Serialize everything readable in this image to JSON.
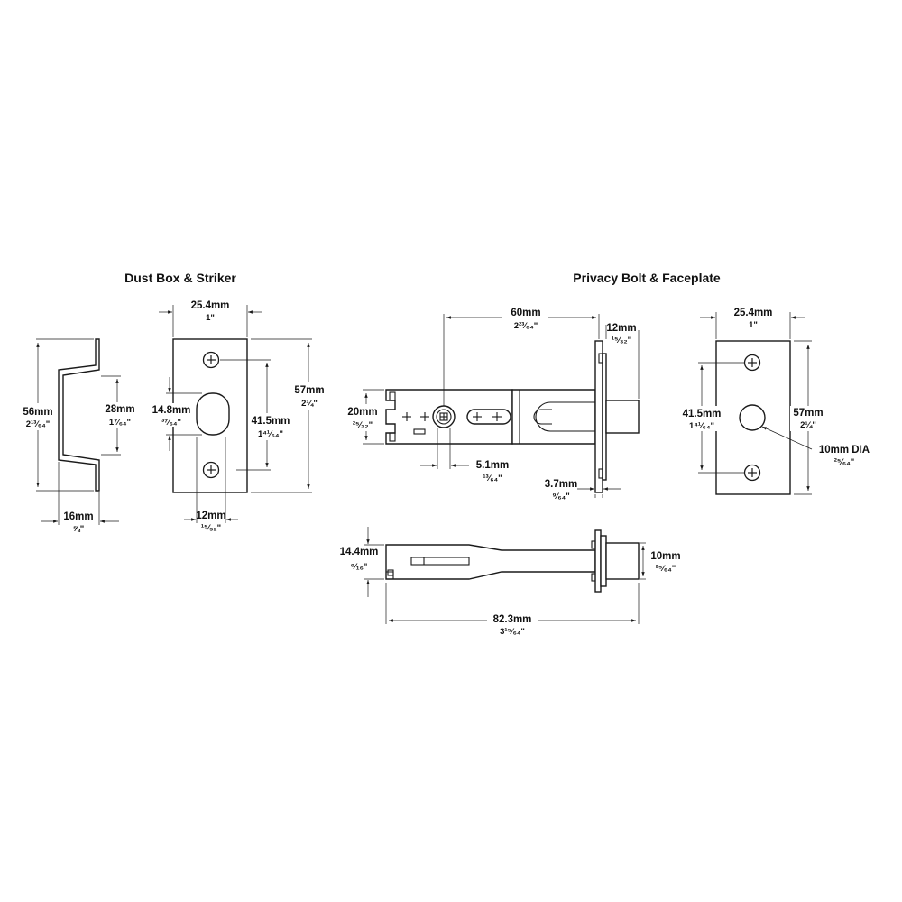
{
  "dust_box_striker": {
    "title": "Dust Box & Striker",
    "height_mm": "56mm",
    "height_in": "2¹³⁄₆₄\"",
    "depth_mm": "28mm",
    "depth_in": "1⁷⁄₆₄\"",
    "flange_mm": "16mm",
    "flange_in": "⅝\"",
    "width_mm": "25.4mm",
    "width_in": "1\"",
    "opening_h_mm": "14.8mm",
    "opening_h_in": "³⁷⁄₆₄\"",
    "hole_spacing_mm": "41.5mm",
    "hole_spacing_in": "1⁴¹⁄₆₄\"",
    "plate_height_mm": "57mm",
    "plate_height_in": "2¼\"",
    "opening_w_mm": "12mm",
    "opening_w_in": "¹⁵⁄₃₂\""
  },
  "privacy_bolt": {
    "title": "Privacy Bolt & Faceplate",
    "backset_mm": "60mm",
    "backset_in": "2²³⁄₆₄\"",
    "bolt_proj_mm": "12mm",
    "bolt_proj_in": "¹⁵⁄₃₂\"",
    "case_h_mm": "20mm",
    "case_h_in": "²⁵⁄₃₂\"",
    "spindle_mm": "5.1mm",
    "spindle_in": "¹³⁄₆₄\"",
    "plate_t_mm": "3.7mm",
    "plate_t_in": "⁹⁄₆₄\"",
    "side_h_mm": "14.4mm",
    "side_h_in": "⁹⁄₁₆\"",
    "bolt_dia_mm": "10mm",
    "bolt_dia_in": "²⁵⁄₆₄\"",
    "overall_mm": "82.3mm",
    "overall_in": "3¹⁵⁄₆₄\""
  },
  "faceplate": {
    "width_mm": "25.4mm",
    "width_in": "1\"",
    "hole_spacing_mm": "41.5mm",
    "hole_spacing_in": "1⁴¹⁄₆₄\"",
    "height_mm": "57mm",
    "height_in": "2¼\"",
    "bolt_hole_label": "10mm DIA",
    "bolt_hole_in": "²⁵⁄₆₄\""
  }
}
